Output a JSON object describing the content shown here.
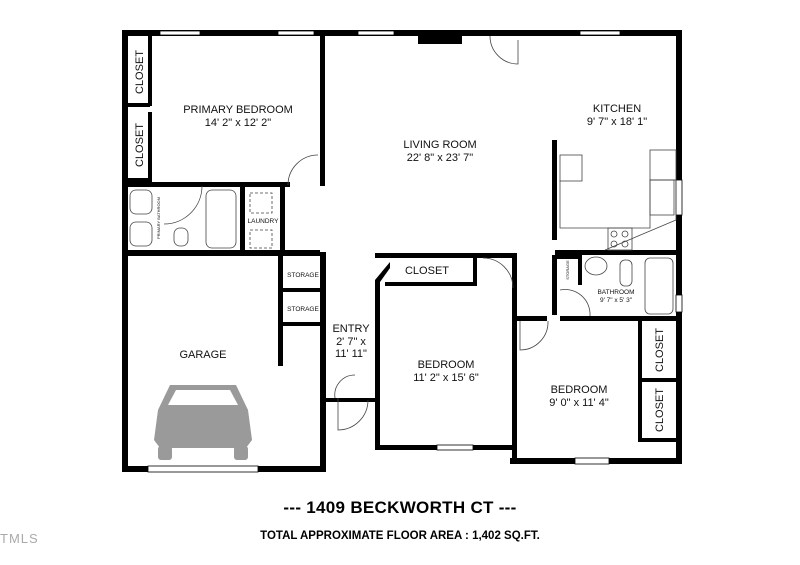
{
  "rooms": {
    "primary_bedroom": {
      "name": "PRIMARY BEDROOM",
      "dims": "14' 2\" x 12' 2\""
    },
    "living_room": {
      "name": "LIVING ROOM",
      "dims": "22' 8\" x 23' 7\""
    },
    "kitchen": {
      "name": "KITCHEN",
      "dims": "9' 7\" x 18' 1\""
    },
    "garage": {
      "name": "GARAGE"
    },
    "entry": {
      "name": "ENTRY",
      "dims_1": "2' 7\" x",
      "dims_2": "11' 11\""
    },
    "bedroom_2": {
      "name": "BEDROOM",
      "dims": "11' 2\" x 15' 6\""
    },
    "bedroom_3": {
      "name": "BEDROOM",
      "dims": "9' 0\" x 11' 4\""
    },
    "bathroom": {
      "name": "BATHROOM",
      "dims": "9' 7\" x 5' 3\""
    },
    "primary_bathroom": {
      "name": "PRIMARY BATHROOM"
    },
    "laundry": {
      "name": "LAUNDRY"
    },
    "storage": "STORAGE",
    "closet": "CLOSET"
  },
  "footer": {
    "address": "--- 1409 BECKWORTH CT ---",
    "floor_area": "TOTAL APPROXIMATE FLOOR AREA : 1,402 SQ.FT.",
    "watermark": "TMLS"
  },
  "colors": {
    "wall": "#000000",
    "car": "#9a9a9a"
  }
}
